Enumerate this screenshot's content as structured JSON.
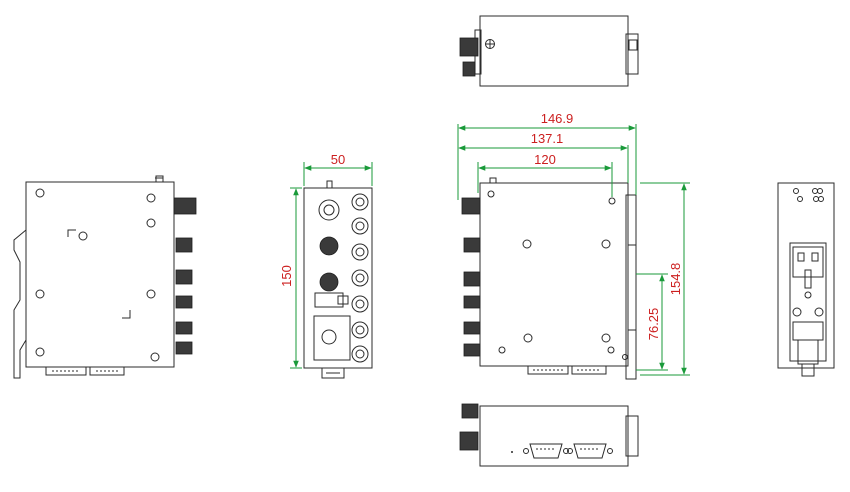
{
  "dimensions": {
    "front_width": "50",
    "front_height": "150",
    "overall_width": "146.9",
    "body_width": "137.1",
    "hole_spacing": "120",
    "overall_height": "154.8",
    "rail_height": "76.25"
  },
  "colors": {
    "dimension_line": "#1a9a3a",
    "dimension_text": "#cc1f1f",
    "outline": "#2b2b2b"
  }
}
